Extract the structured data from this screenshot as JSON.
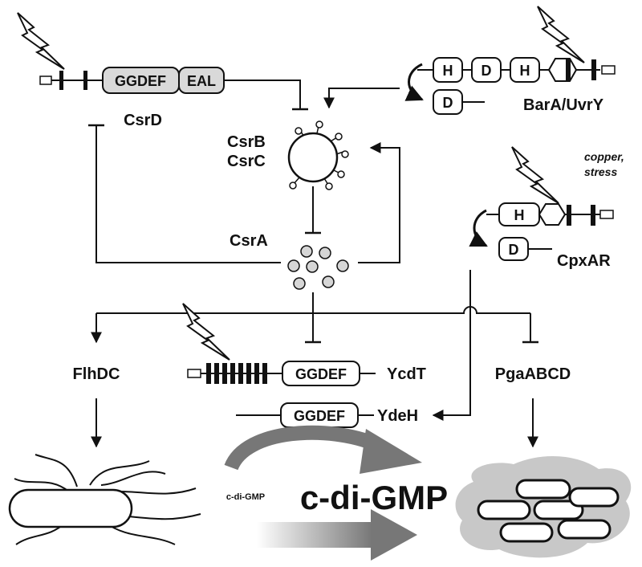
{
  "labels": {
    "csrd": "CsrD",
    "csrb": "CsrB",
    "csrc": "CsrC",
    "csra": "CsrA",
    "barauvry": "BarA/UvrY",
    "cpxar": "CpxAR",
    "copper": "copper,",
    "stress": "stress",
    "flhdc": "FlhDC",
    "ycdt": "YcdT",
    "ydeh": "YdeH",
    "pgaabcd": "PgaABCD",
    "cdigmp_small": "c-di-GMP",
    "cdigmp_large": "c-di-GMP"
  },
  "domains": {
    "ggdef": "GGDEF",
    "eal": "EAL",
    "h": "H",
    "d": "D"
  },
  "colors": {
    "domain_fill_csrd": "#d9d9d9",
    "biofilm_blob": "#c8c8c8",
    "csra_dot": "#d6d6d6",
    "curved_arrow": "#777777"
  },
  "icons": [
    "lightning-icon",
    "bacterium-icon",
    "biofilm-icon"
  ]
}
